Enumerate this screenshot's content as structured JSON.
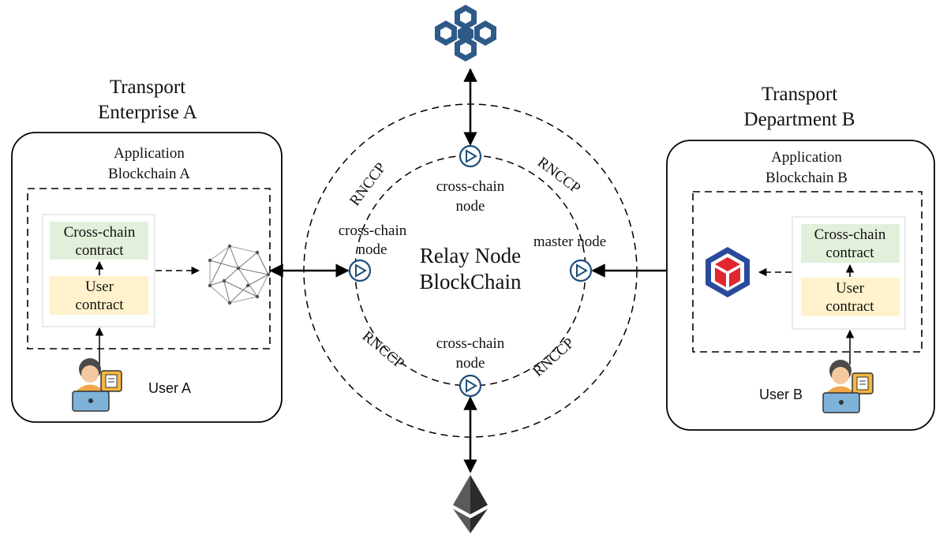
{
  "enterprise_a": {
    "title_line1": "Transport",
    "title_line2": "Enterprise A",
    "app_line1": "Application",
    "app_line2": "Blockchain A",
    "cross_chain_contract_line1": "Cross-chain",
    "cross_chain_contract_line2": "contract",
    "user_contract_line1": "User",
    "user_contract_line2": "contract",
    "user_label": "User A"
  },
  "department_b": {
    "title_line1": "Transport",
    "title_line2": "Department B",
    "app_line1": "Application",
    "app_line2": "Blockchain B",
    "cross_chain_contract_line1": "Cross-chain",
    "cross_chain_contract_line2": "contract",
    "user_contract_line1": "User",
    "user_contract_line2": "contract",
    "user_label": "User B"
  },
  "relay": {
    "title_line1": "Relay Node",
    "title_line2": "BlockChain",
    "protocol_label": "RNCCP",
    "top_node_line1": "cross-chain",
    "top_node_line2": "node",
    "left_node_line1": "cross-chain",
    "left_node_line2": "node",
    "bottom_node_line1": "cross-chain",
    "bottom_node_line2": "node",
    "master_node_label": "master node"
  },
  "colors": {
    "contract_green": "#e2efda",
    "contract_yellow": "#fff2cc",
    "node_blue": "#1f4e79",
    "top_chain_blue": "#2e5a88",
    "logo_blue": "#2b4a9b",
    "logo_red": "#e0262f",
    "eth_dark": "#2b2b2b"
  }
}
